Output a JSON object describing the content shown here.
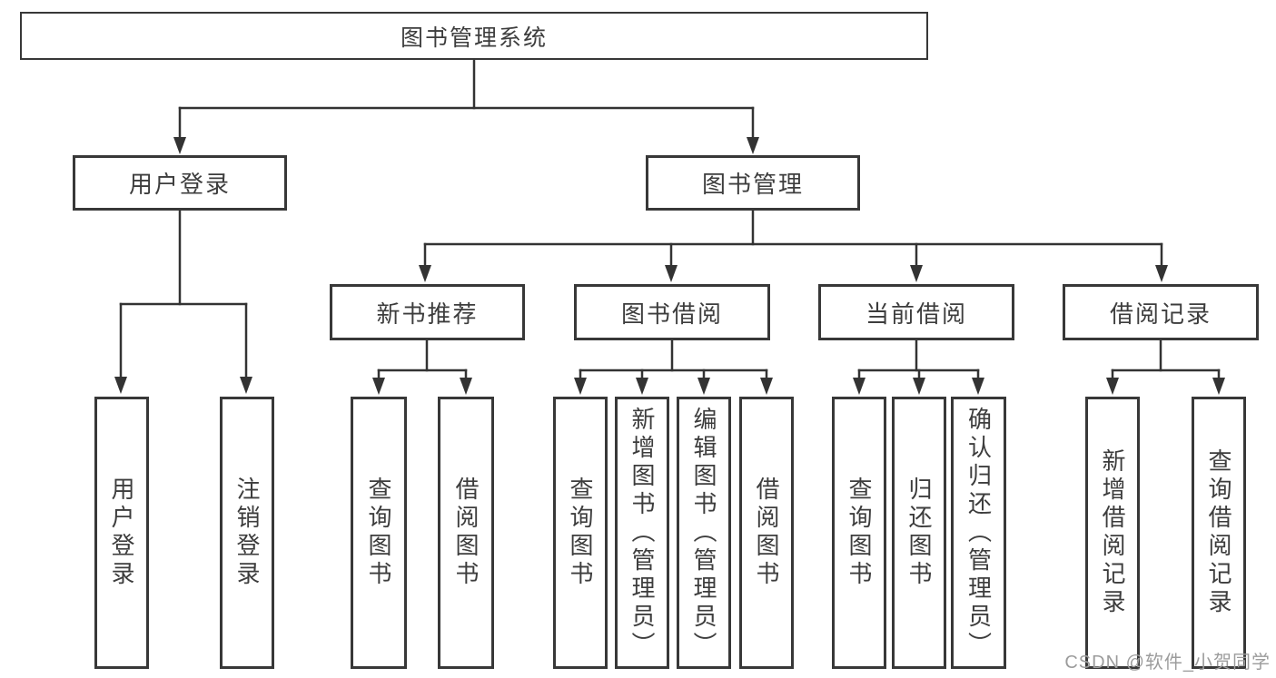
{
  "diagram": {
    "root": {
      "label": "图书管理系统"
    },
    "branches": [
      {
        "label": "用户登录",
        "children": [
          {
            "label": "用户登录"
          },
          {
            "label": "注销登录"
          }
        ]
      },
      {
        "label": "图书管理",
        "children": [
          {
            "label": "新书推荐",
            "children": [
              {
                "label": "查询图书"
              },
              {
                "label": "借阅图书"
              }
            ]
          },
          {
            "label": "图书借阅",
            "children": [
              {
                "label": "查询图书"
              },
              {
                "label": "新增图书（管理员）"
              },
              {
                "label": "编辑图书（管理员）"
              },
              {
                "label": "借阅图书"
              }
            ]
          },
          {
            "label": "当前借阅",
            "children": [
              {
                "label": "查询图书"
              },
              {
                "label": "归还图书"
              },
              {
                "label": "确认归还（管理员）"
              }
            ]
          },
          {
            "label": "借阅记录",
            "children": [
              {
                "label": "新增借阅记录"
              },
              {
                "label": "查询借阅记录"
              }
            ]
          }
        ]
      }
    ]
  },
  "watermark": {
    "text": "CSDN @软件_小贺同学"
  },
  "colors": {
    "line": "#333333",
    "text": "#3d3d3d",
    "box_background": "#ffffff",
    "watermark": "#9c9c9c"
  }
}
